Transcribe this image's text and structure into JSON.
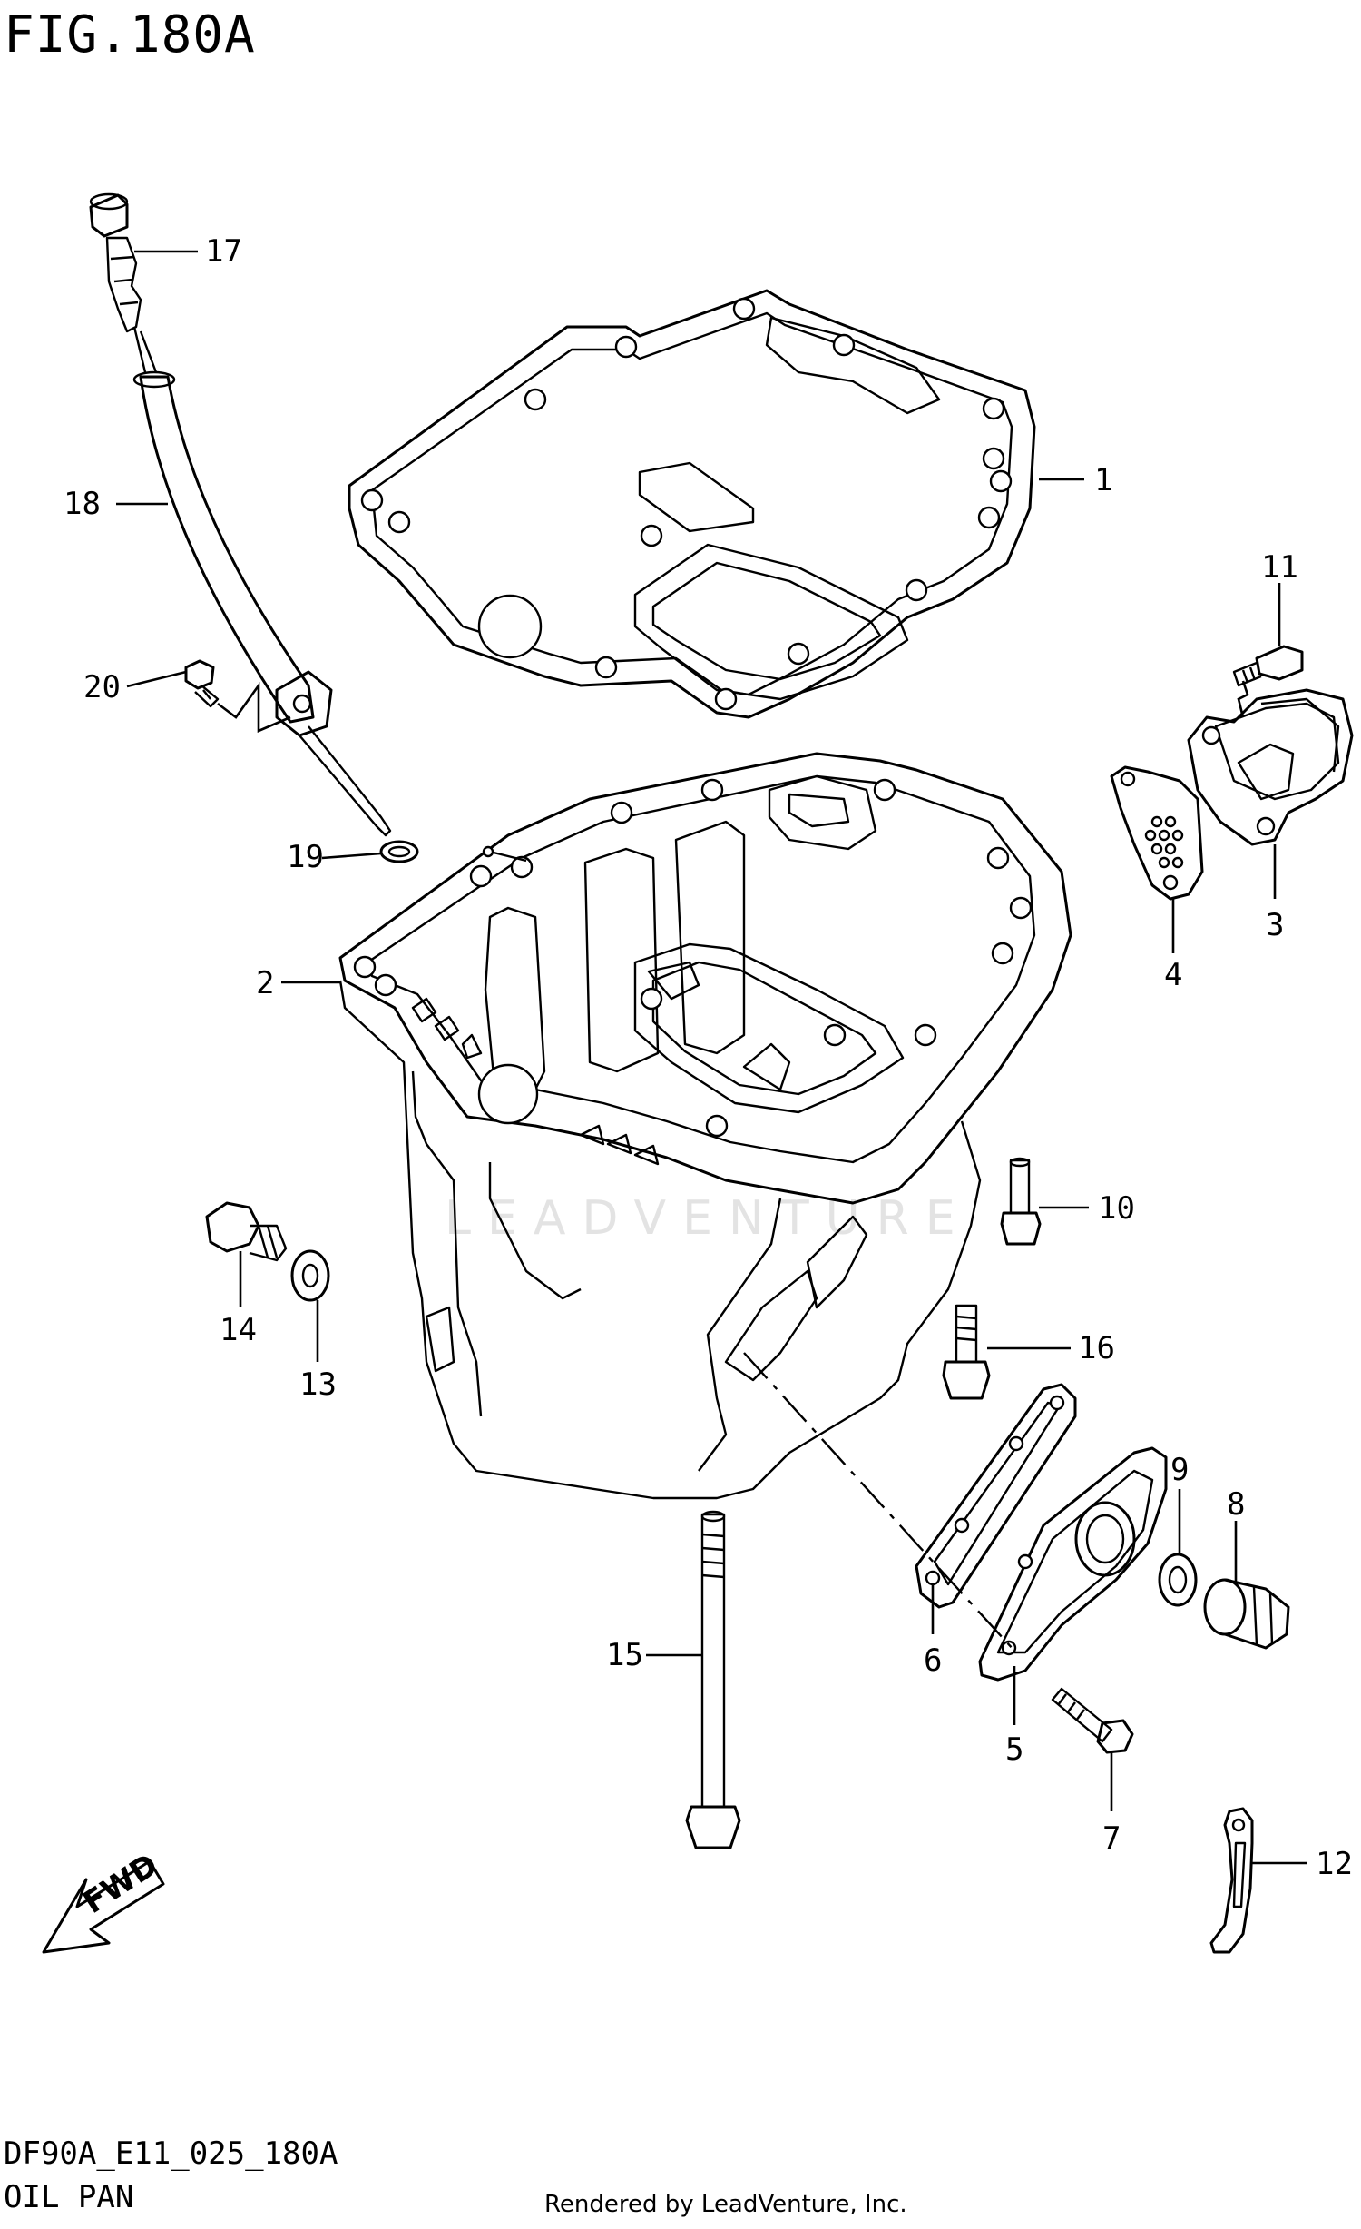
{
  "figure": {
    "title": "FIG.180A",
    "reference_code": "DF90A_E11_025_180A",
    "caption": "OIL PAN",
    "credit": "Rendered by LeadVenture, Inc.",
    "watermark": "LEADVENTURE",
    "fwd_label": "FWD"
  },
  "callouts": [
    {
      "id": "c1",
      "label": "1"
    },
    {
      "id": "c2",
      "label": "2"
    },
    {
      "id": "c3",
      "label": "3"
    },
    {
      "id": "c4",
      "label": "4"
    },
    {
      "id": "c5",
      "label": "5"
    },
    {
      "id": "c6",
      "label": "6"
    },
    {
      "id": "c7",
      "label": "7"
    },
    {
      "id": "c8",
      "label": "8"
    },
    {
      "id": "c9",
      "label": "9"
    },
    {
      "id": "c10",
      "label": "10"
    },
    {
      "id": "c11",
      "label": "11"
    },
    {
      "id": "c12",
      "label": "12"
    },
    {
      "id": "c13",
      "label": "13"
    },
    {
      "id": "c14",
      "label": "14"
    },
    {
      "id": "c15",
      "label": "15"
    },
    {
      "id": "c16",
      "label": "16"
    },
    {
      "id": "c17",
      "label": "17"
    },
    {
      "id": "c18",
      "label": "18"
    },
    {
      "id": "c19",
      "label": "19"
    },
    {
      "id": "c20",
      "label": "20"
    }
  ]
}
